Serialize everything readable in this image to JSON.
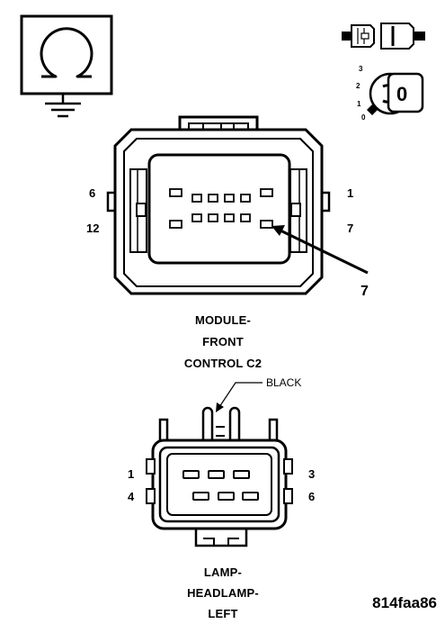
{
  "ohmmeter_symbol": "ohm-omega",
  "ignition": {
    "positions": [
      "3",
      "2",
      "1",
      "0"
    ],
    "key_position": "0"
  },
  "connector_c2": {
    "pin_labels_left": [
      "6",
      "12"
    ],
    "pin_labels_right": [
      "1",
      "7"
    ],
    "callout_pin": "7",
    "name_lines": [
      "MODULE-",
      "FRONT",
      "CONTROL C2"
    ]
  },
  "headlamp_connector": {
    "wire_color": "BLACK",
    "pin_labels_left": [
      "1",
      "4"
    ],
    "pin_labels_right": [
      "3",
      "6"
    ],
    "name_lines": [
      "LAMP-",
      "HEADLAMP-",
      "LEFT"
    ]
  },
  "figure_id": "814faa86"
}
